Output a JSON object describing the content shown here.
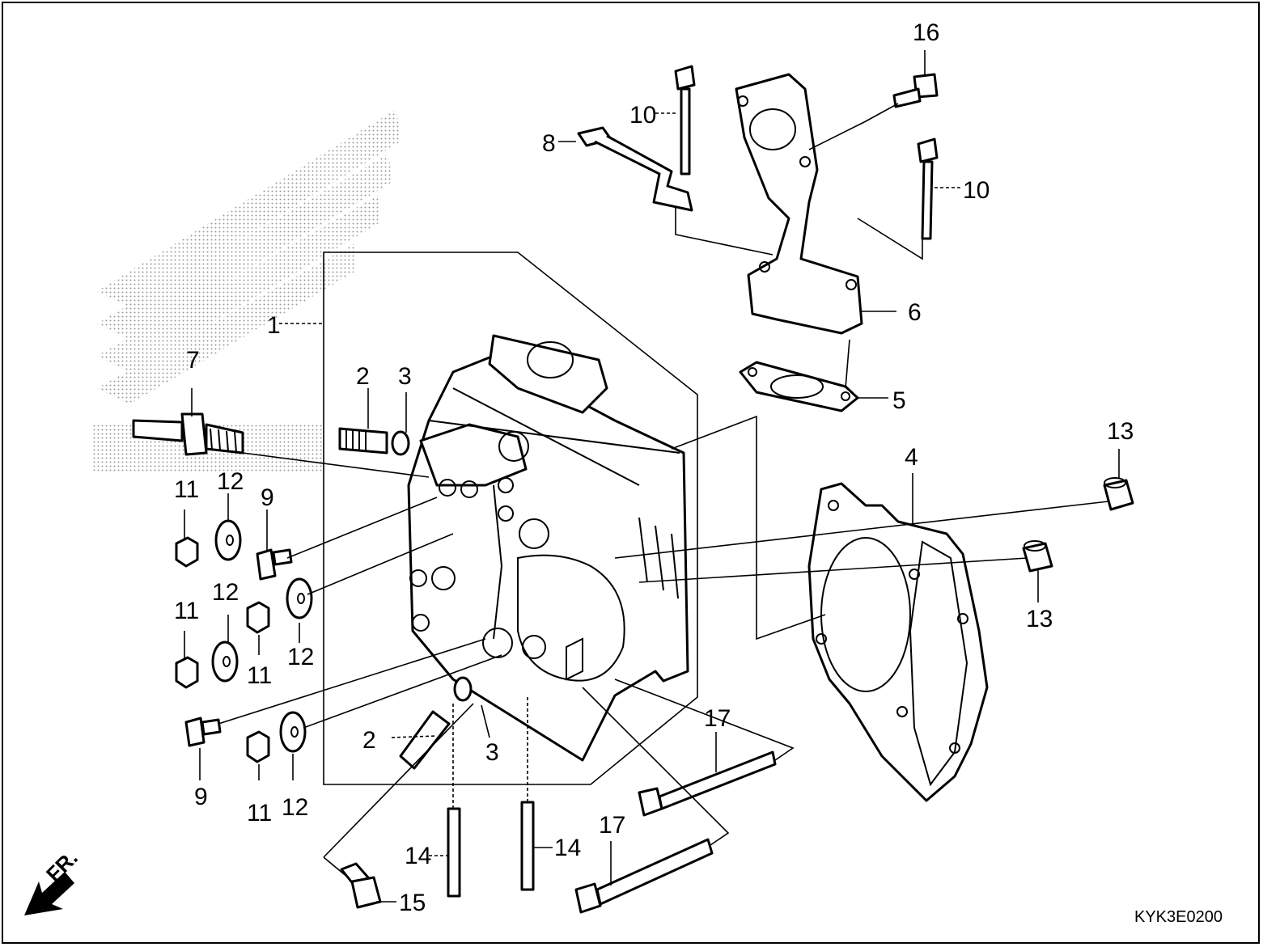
{
  "diagram": {
    "code": "KYK3E0200",
    "direction_label": "FR.",
    "callouts": {
      "c1": "1",
      "c2a": "2",
      "c2b": "2",
      "c3a": "3",
      "c3b": "3",
      "c4": "4",
      "c5": "5",
      "c6": "6",
      "c7": "7",
      "c8": "8",
      "c9a": "9",
      "c9b": "9",
      "c10a": "10",
      "c10b": "10",
      "c11a": "11",
      "c11b": "11",
      "c11c": "11",
      "c11d": "11",
      "c12a": "12",
      "c12b": "12",
      "c12c": "12",
      "c12d": "12",
      "c13a": "13",
      "c13b": "13",
      "c14a": "14",
      "c14b": "14",
      "c15": "15",
      "c16": "16",
      "c17a": "17",
      "c17b": "17"
    },
    "colors": {
      "line": "#000000",
      "background": "#ffffff"
    },
    "icons": {
      "direction": "arrow-down-left-icon"
    }
  }
}
